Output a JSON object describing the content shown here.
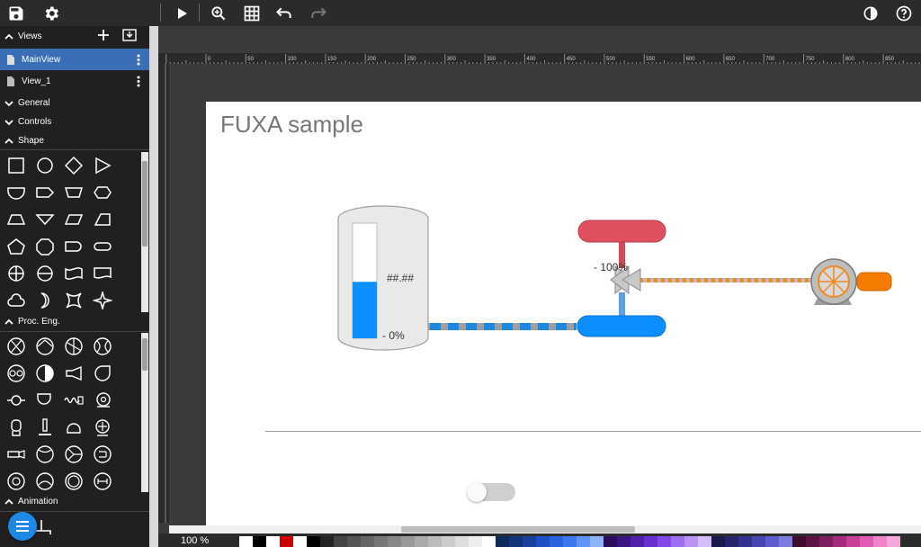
{
  "toolbar": {
    "icons": [
      "save-icon",
      "settings-icon",
      "play-icon",
      "zoom-icon",
      "grid-icon",
      "undo-icon",
      "redo-icon",
      "contrast-icon",
      "help-icon"
    ]
  },
  "sidebar": {
    "views_label": "Views",
    "views": [
      {
        "label": "MainView",
        "selected": true
      },
      {
        "label": "View_1",
        "selected": false
      }
    ],
    "sections": {
      "general": "General",
      "controls": "Controls",
      "shape": "Shape",
      "proc": "Proc. Eng.",
      "animation": "Animation"
    }
  },
  "ruler": {
    "ticks": [
      "0",
      "50",
      "100",
      "150",
      "200",
      "250",
      "300",
      "350",
      "400",
      "450",
      "500",
      "550",
      "600",
      "650",
      "700",
      "750",
      "800",
      "850"
    ]
  },
  "canvas": {
    "title": "FUXA sample",
    "tank": {
      "max_label": "- 100%",
      "min_label": "- 0%",
      "value_label": "##.##",
      "level": 0.49
    }
  },
  "status": {
    "zoom": "100 %"
  },
  "colors": {
    "accent": "#3a6fb5",
    "tank_fill": "#0b8fff",
    "red_vessel": "#e05060",
    "blue_vessel": "#0b8fff",
    "motor": "#f57c00"
  },
  "palette": [
    "#ffffff",
    "#000000",
    "#ffffff",
    "#cc0000",
    "#ffffff",
    "#000000",
    "#222222",
    "#444444",
    "#555555",
    "#666666",
    "#777777",
    "#888888",
    "#999999",
    "#aaaaaa",
    "#bbbbbb",
    "#cccccc",
    "#dddddd",
    "#eeeeee",
    "#ffffff",
    "#0d2a5c",
    "#12357a",
    "#183f99",
    "#1f4fc4",
    "#2a62e0",
    "#3b78f0",
    "#5f93f5",
    "#8cb3f8",
    "#2a0d5c",
    "#3a1480",
    "#5120ab",
    "#6a2fd1",
    "#8248e8",
    "#9e6ef0",
    "#b994f5",
    "#d4bdf9",
    "#1a1a4a",
    "#25256b",
    "#33338f",
    "#4646b3",
    "#5d5dd1",
    "#7b7be0",
    "#3d0d2e",
    "#5c1445",
    "#801f60",
    "#a62a7d",
    "#c93e99",
    "#e05cb4",
    "#f082c9",
    "#f5a6da"
  ]
}
